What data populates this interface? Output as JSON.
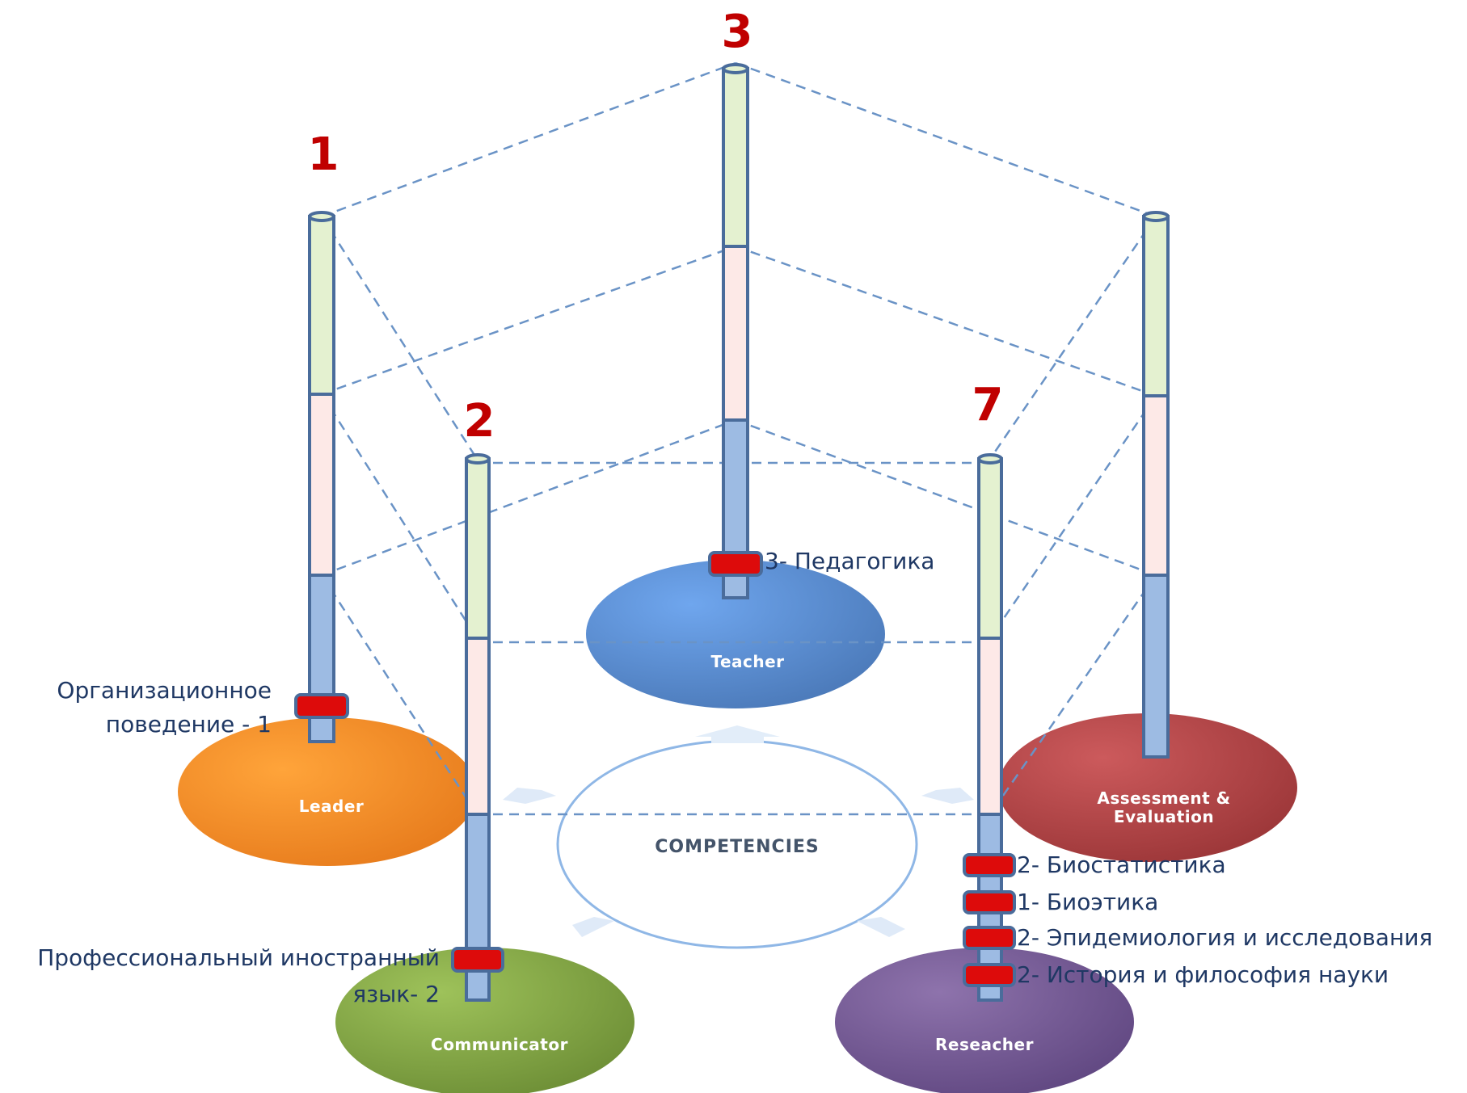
{
  "center": {
    "label": "COMPETENCIES"
  },
  "discs": {
    "leader": {
      "label": "Leader",
      "color": "#f28a25"
    },
    "teacher": {
      "label": "Teacher",
      "color": "#5b8fd4"
    },
    "assessment": {
      "label_line1": "Assessment &",
      "label_line2": "Evaluation",
      "color": "#b8474b"
    },
    "communicator": {
      "label": "Communicator",
      "color": "#86aa45"
    },
    "researcher": {
      "label": "Reseacher",
      "color": "#7a5e98"
    }
  },
  "column_numbers": {
    "leader": "1",
    "communicator": "2",
    "teacher": "3",
    "researcher": "7"
  },
  "courses": {
    "leader_line1": "Организационное",
    "leader_line2": "поведение - 1",
    "communicator_line1": "Профессиональный иностранный",
    "communicator_line2": "язык- 2",
    "teacher": "3- Педагогика",
    "researcher": [
      "2- Биостатистика",
      "1- Биоэтика",
      "2- Эпидемиология и исследования",
      "2- История и философия науки"
    ]
  },
  "colors": {
    "segment_green": "#e4f1d0",
    "segment_pink": "#fde9e7",
    "segment_blue": "#9dbbe3",
    "tube_stroke": "#4a6c9b",
    "dashed_line": "#6a93c6",
    "ring_red": "#dd0b0b",
    "number_red": "#c00000"
  }
}
